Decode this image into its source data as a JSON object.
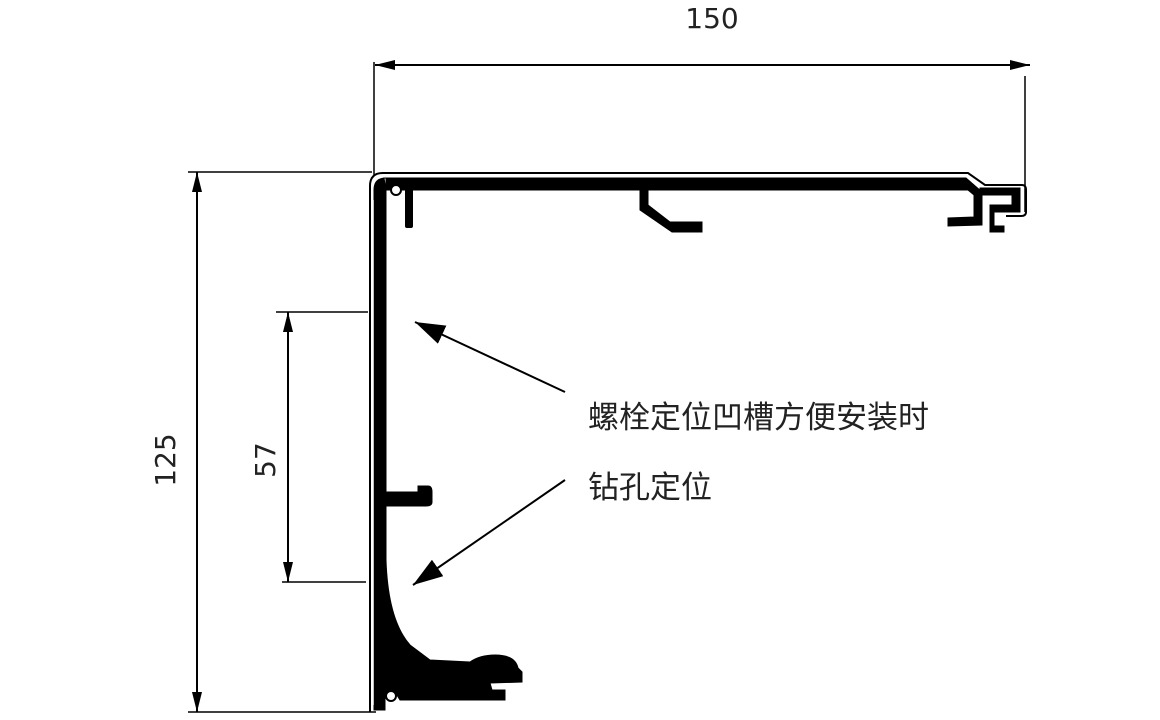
{
  "dimensions": {
    "width": "150",
    "height": "125",
    "inner": "57"
  },
  "annotation": {
    "line1": "螺栓定位凹槽方便安装时",
    "line2": "钻孔定位"
  },
  "colors": {
    "ink": "#000000",
    "text": "#222222"
  }
}
